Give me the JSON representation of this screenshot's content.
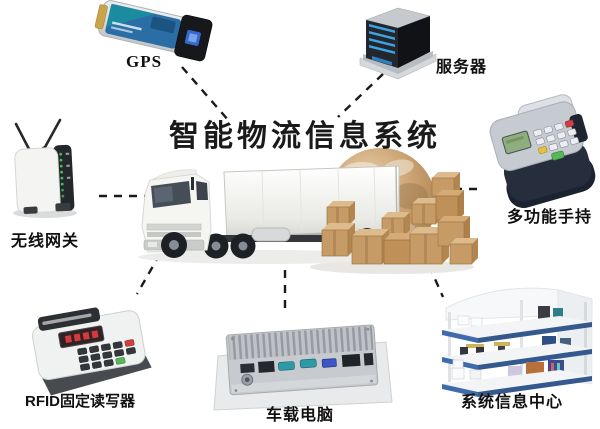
{
  "title": "智能物流信息系统",
  "labels": {
    "gps": "GPS",
    "server": "服务器",
    "router": "无线网关",
    "handheld": "多功能手持",
    "rfid": "RFID固定读写器",
    "vehicle_pc": "车载电脑",
    "info_center": "系统信息中心"
  },
  "colors": {
    "background": "#ffffff",
    "title_text": "#1a1a1a",
    "connector_line": "#1a1a1a",
    "server_led_blue": "#3aa4e6",
    "router_led_green": "#45c05c",
    "rfid_display_red": "#e23b3b",
    "building_floor_blue": "#3e6cab",
    "cardboard_tan": "#c79b66",
    "globe_tan": "#c89e6e"
  },
  "icons": {
    "center": "truck-globe-boxes-illustration",
    "edges": "dashed-connector-lines"
  }
}
